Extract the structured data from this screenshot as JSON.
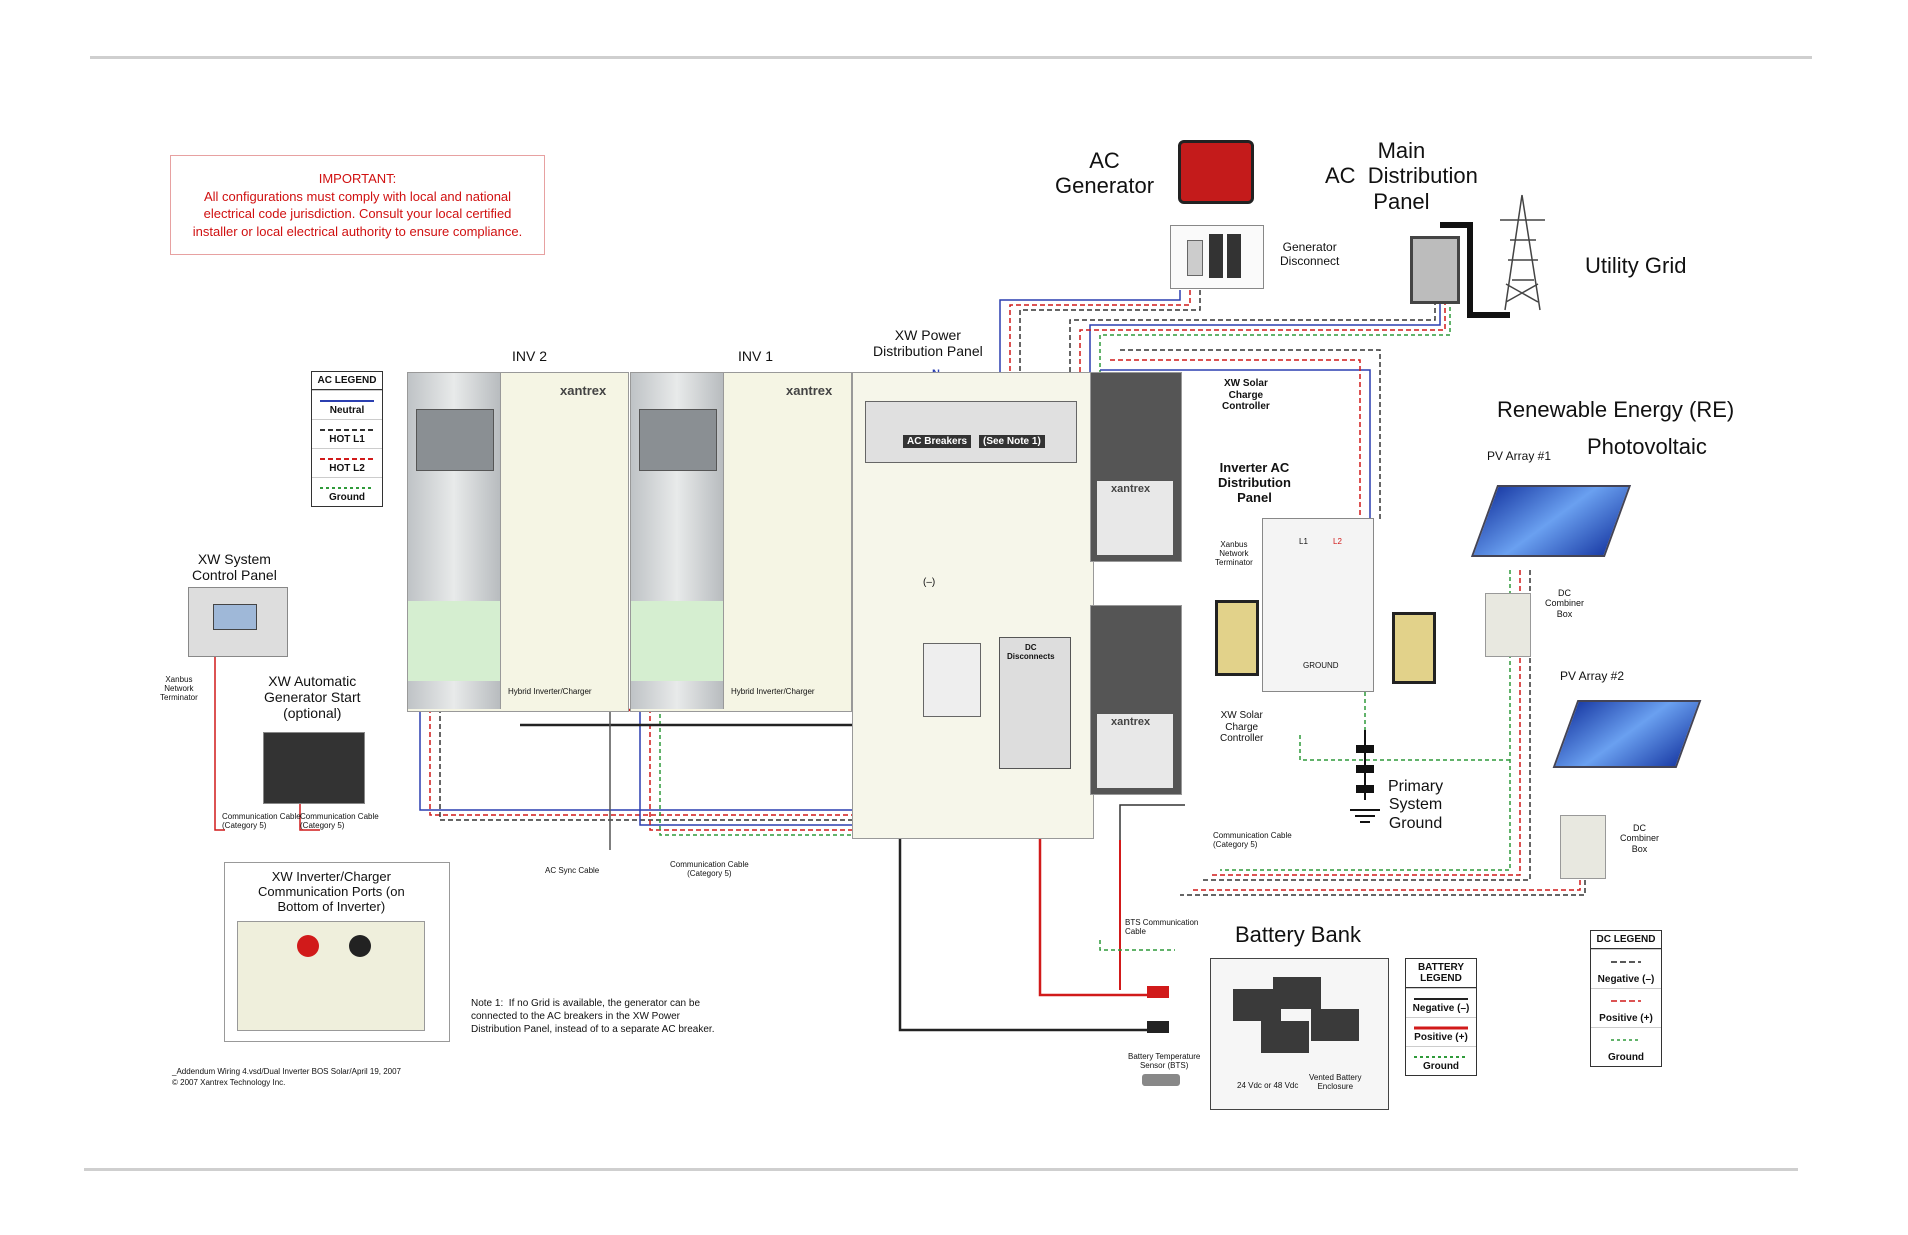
{
  "important": {
    "title": "IMPORTANT:",
    "line1": "All configurations must comply with local and national",
    "line2": "electrical code jurisdiction.  Consult your local certified",
    "line3": "installer or local electrical authority to ensure compliance."
  },
  "labels": {
    "ac_generator": "AC\nGenerator",
    "main_ac_panel": "Main\nAC  Distribution\nPanel",
    "utility_grid": "Utility Grid",
    "generator_disconnect": "Generator\nDisconnect",
    "inv2": "INV 2",
    "inv1": "INV 1",
    "xw_power_panel": "XW Power\nDistribution Panel",
    "xw_solar_cc_top": "XW Solar\nCharge\nController",
    "inverter_ac_panel": "Inverter AC\nDistribution\nPanel",
    "xanbus_terminator_right": "Xanbus\nNetwork\nTerminator",
    "re_title": "Renewable Energy (RE)",
    "photovoltaic": "Photovoltaic",
    "pv_array_1": "PV Array #1",
    "pv_array_2": "PV Array #2",
    "dc_combiner_1": "DC\nCombiner\nBox",
    "dc_combiner_2": "DC\nCombiner\nBox",
    "xw_system_control": "XW System\nControl Panel",
    "xanbus_terminator_left": "Xanbus\nNetwork\nTerminator",
    "xw_ags": "XW Automatic\nGenerator Start\n(optional)",
    "comm_cable_cat5_a": "Communication Cable\n(Category 5)",
    "comm_cable_cat5_b": "Communication Cable\n(Category 5)",
    "comm_cable_cat5_c": "Communication Cable\n(Category 5)",
    "comm_cable_cat5_d": "Communication Cable\n(Category 5)",
    "ac_sync_cable": "AC Sync Cable",
    "xw_solar_cc_bottom": "XW Solar\nCharge\nController",
    "primary_ground": "Primary\nSystem\nGround",
    "comm_ports": "XW Inverter/Charger\nCommunication Ports (on\nBottom of Inverter)",
    "bts_comm_cable": "BTS Communication\nCable",
    "battery_bank": "Battery Bank",
    "bts_sensor": "Battery Temperature\nSensor (BTS)",
    "voltage": "24 Vdc or 48 Vdc",
    "vented_enclosure": "Vented Battery\nEnclosure",
    "note1": "Note 1:  If no Grid is available, the generator can be\nconnected to the AC breakers in the XW Power\nDistribution Panel, instead of to a separate AC breaker.",
    "footer1": "_Addendum Wiring 4.vsd/Dual Inverter BOS Solar/April 19, 2007",
    "footer2": "© 2007 Xantrex Technology Inc.",
    "ac_breakers": "AC Breakers",
    "see_note": "(See Note 1)",
    "dc_disconnects": "DC\nDisconnects",
    "hybrid1": "Hybrid Inverter/Charger",
    "hybrid2": "Hybrid Inverter/Charger",
    "brand": "xantrex",
    "neutral_n": "N",
    "l1": "L1",
    "l2": "L2",
    "ground_bar": "GROUND",
    "minus": "(–)"
  },
  "ac_legend": {
    "title": "AC LEGEND",
    "items": [
      "Neutral",
      "HOT L1",
      "HOT L2",
      "Ground"
    ]
  },
  "battery_legend": {
    "title": "BATTERY\nLEGEND",
    "items": [
      "Negative (–)",
      "Positive (+)",
      "Ground"
    ]
  },
  "dc_legend": {
    "title": "DC LEGEND",
    "items": [
      "Negative (–)",
      "Positive (+)",
      "Ground"
    ]
  },
  "colors": {
    "neutral": "#2b3fb0",
    "hot_l1": "#333333",
    "hot_l2": "#d11a1a",
    "ground": "#2f9a3a",
    "important_text": "#d01010"
  }
}
